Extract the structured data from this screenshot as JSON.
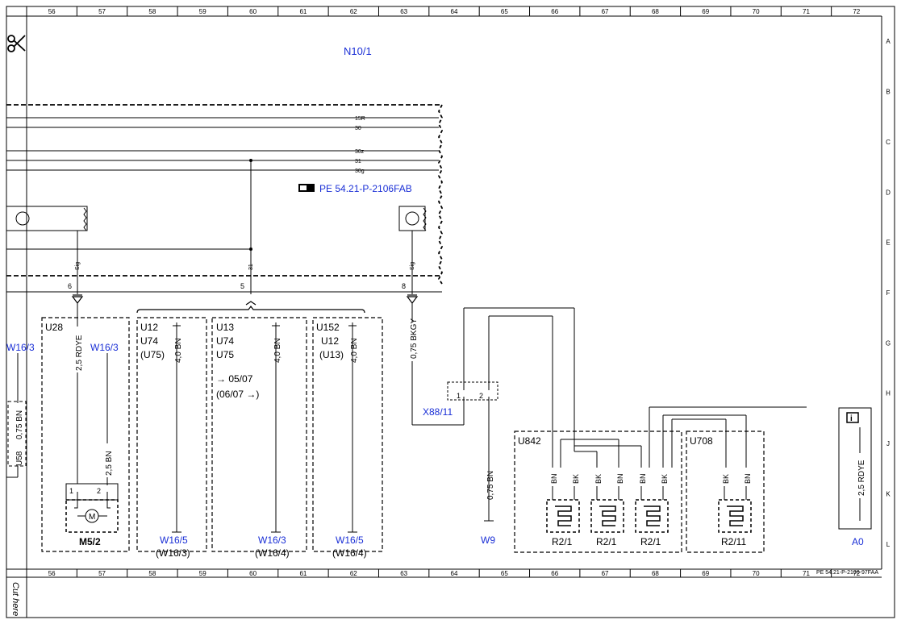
{
  "grid": {
    "columns": [
      "56",
      "57",
      "58",
      "59",
      "60",
      "61",
      "62",
      "63",
      "64",
      "65",
      "66",
      "67",
      "68",
      "69",
      "70",
      "71",
      "72"
    ],
    "rows": [
      "A",
      "B",
      "C",
      "D",
      "E",
      "F",
      "G",
      "H",
      "J",
      "K",
      "L"
    ]
  },
  "module": {
    "name": "N10/1",
    "reference": "PE 54.21-P-2106FAB",
    "bus_lines": [
      "15R",
      "30",
      "30z",
      "31",
      "30g"
    ],
    "pins": [
      {
        "label": "Sig",
        "number": "6"
      },
      {
        "label": "31",
        "number": "5"
      },
      {
        "label": "Sig",
        "number": "8"
      }
    ]
  },
  "left_edge": {
    "ref": "W16/3",
    "wire": "0,75 BN",
    "box": "U58"
  },
  "variant_boxes": {
    "u28": {
      "code": "U28",
      "wire1": "2,5 RDYE",
      "ref": "W16/3",
      "wire2": "2,5 BN",
      "component": "M5/2",
      "pin1": "1",
      "pin2": "2",
      "motor": "M"
    },
    "u12": {
      "line1": "U12",
      "line2": "U74",
      "line3": "(U75)",
      "wire": "4,0 BN",
      "ref1": "W16/5",
      "ref2": "(W16/3)"
    },
    "u13": {
      "line1": "U13",
      "line2": "U74",
      "line3": "U75",
      "note1": "→ 05/07",
      "note2": "(06/07 →)",
      "wire": "4,0 BN",
      "ref1": "W16/3",
      "ref2": "(W16/4)"
    },
    "u152": {
      "line1": "U152",
      "line2": "U12",
      "line3": "(U13)",
      "wire": "4,0 BN",
      "ref1": "W16/5",
      "ref2": "(W16/4)"
    }
  },
  "connector": {
    "name": "X88/11",
    "pin1": "1",
    "pin2": "2",
    "wire_in": "0,75 BKGY"
  },
  "ground": {
    "wire": "0,75 BN",
    "ref": "W9"
  },
  "u842": {
    "code": "U842",
    "wires": [
      "BN",
      "BK",
      "BK",
      "BN",
      "BN",
      "BK"
    ],
    "heaters": [
      "R2/1",
      "R2/1",
      "R2/1"
    ]
  },
  "u708": {
    "code": "U708",
    "wires": [
      "BK",
      "BN"
    ],
    "heater": "R2/11"
  },
  "info_box": {
    "icon": "i",
    "wire": "2,5 RDYE",
    "ref": "A0"
  },
  "footer": {
    "doc_id": "PE 54.21-P-2106-97FAA",
    "cut_label": "Cut here"
  },
  "colors": {
    "reference_blue": "#1a2fd6",
    "line_black": "#000000"
  }
}
